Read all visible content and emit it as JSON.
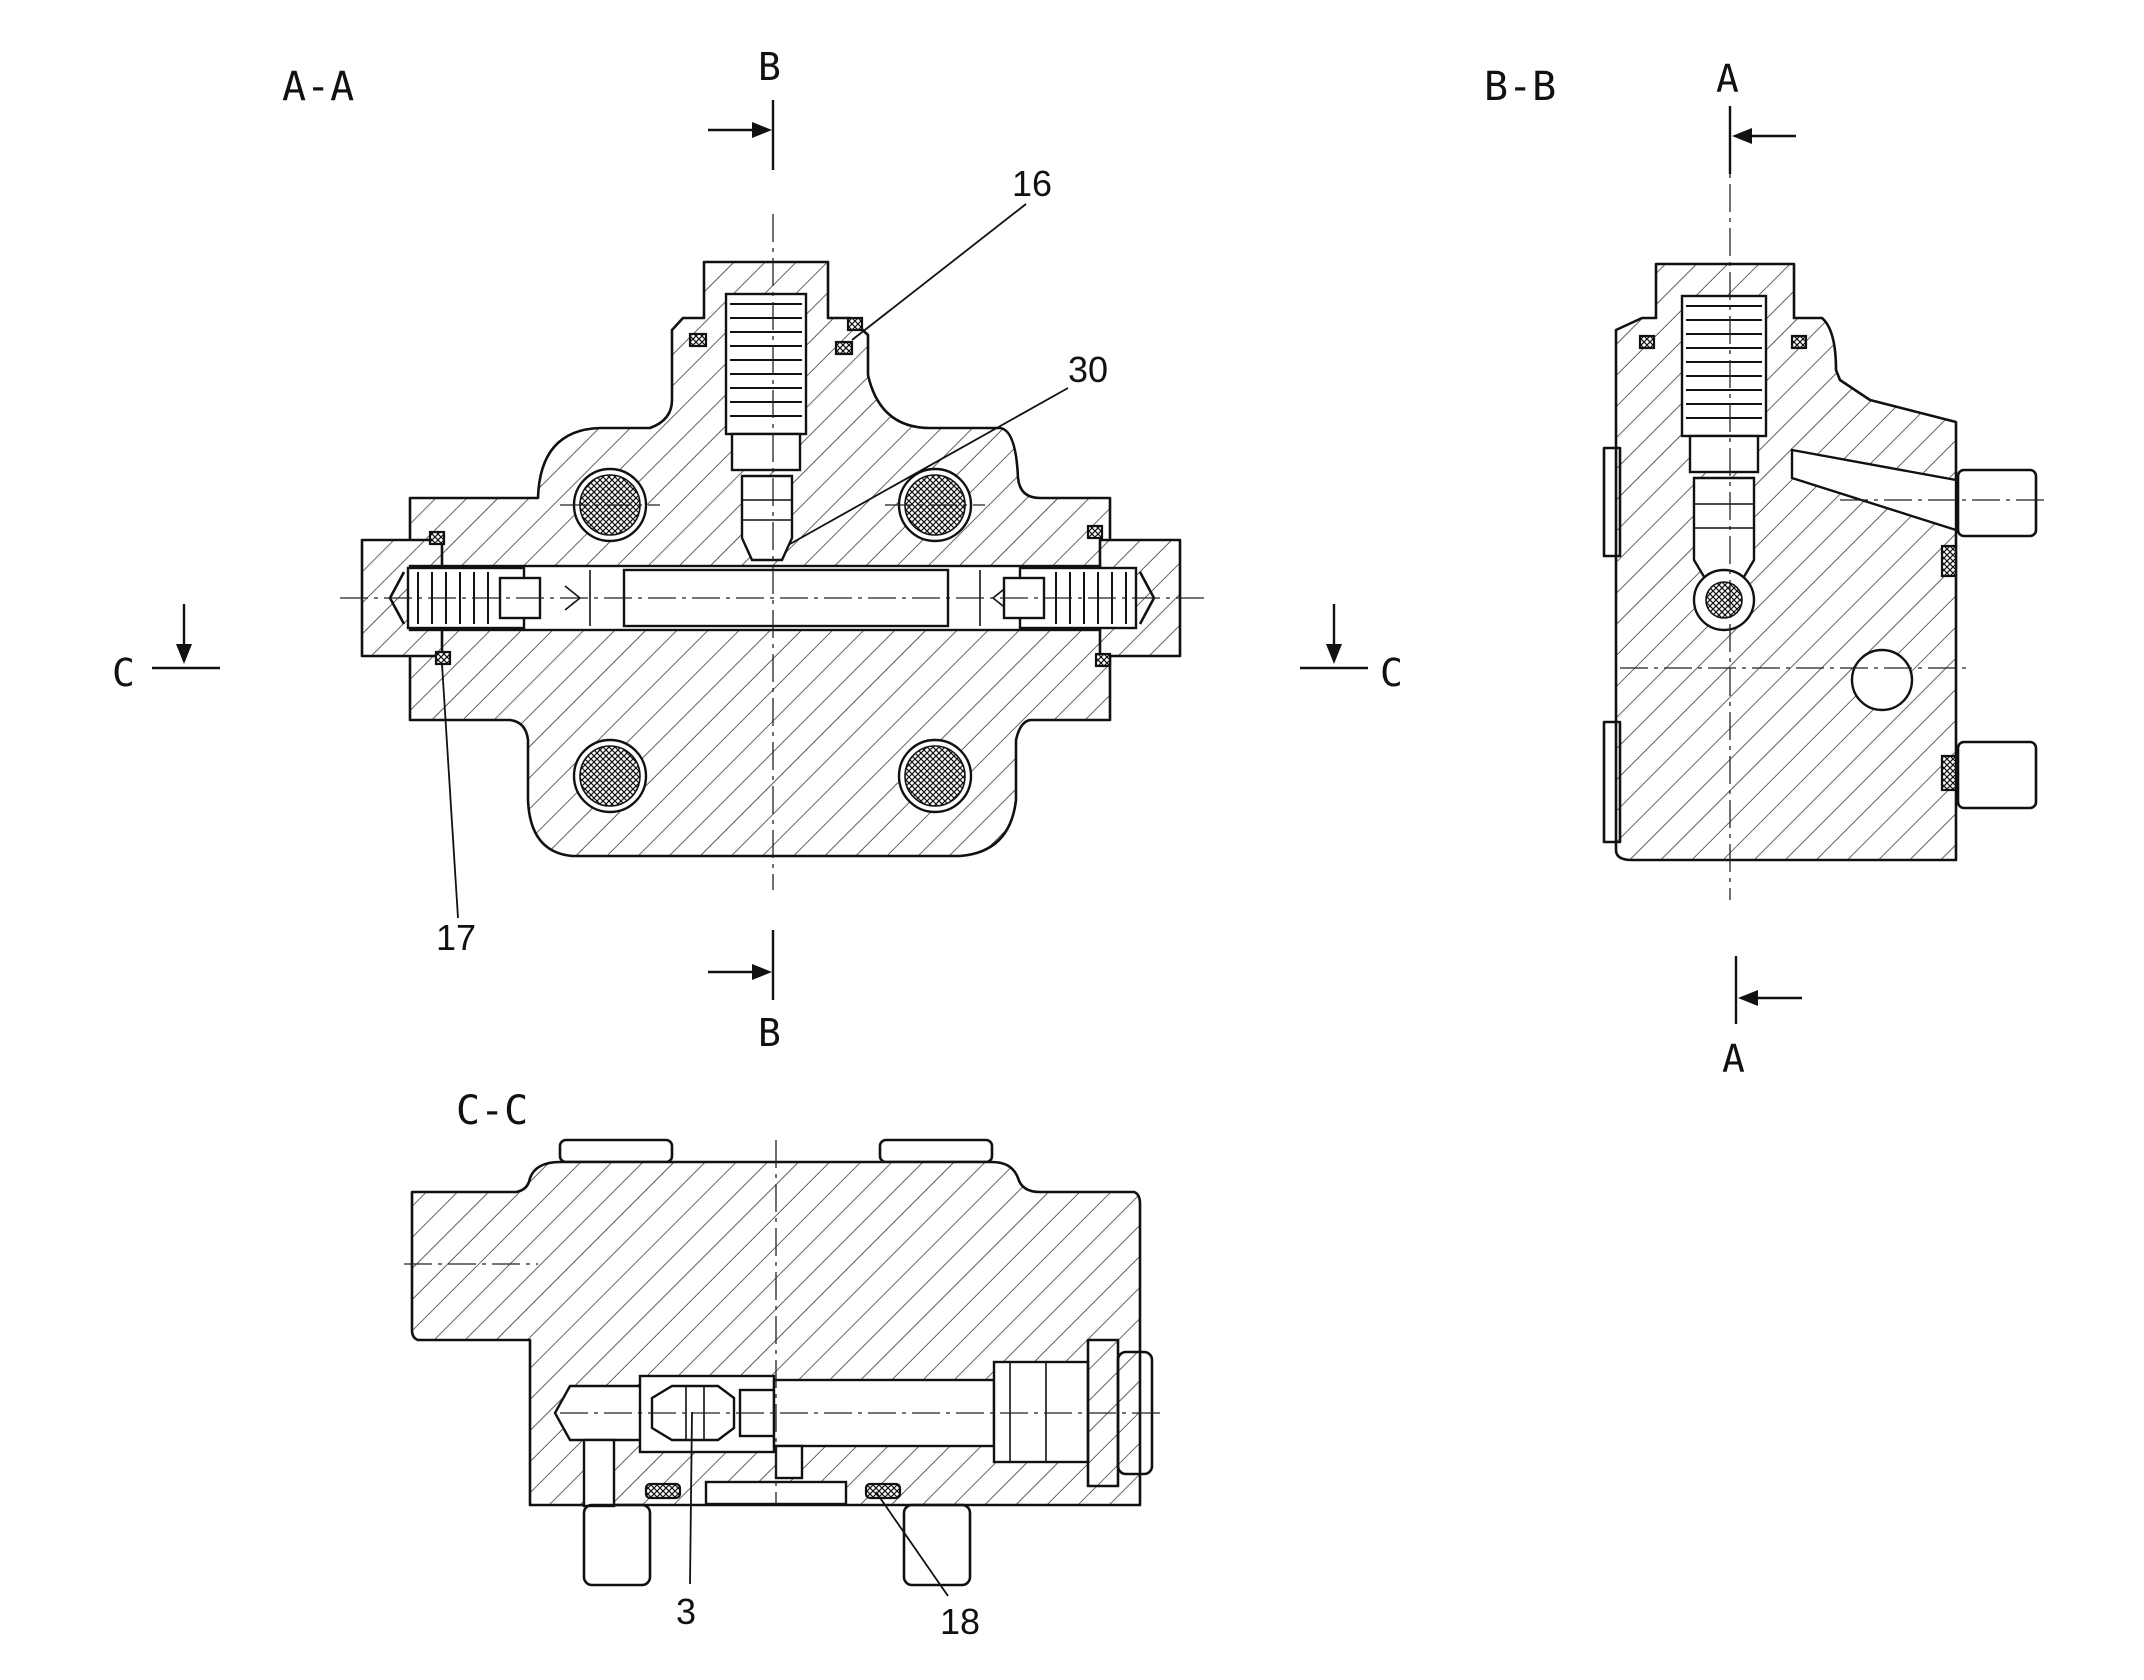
{
  "views": {
    "aa": {
      "title": "A-A"
    },
    "bb": {
      "title": "B-B"
    },
    "cc": {
      "title": "C-C"
    }
  },
  "cut_markers": {
    "b_top": "B",
    "b_bottom": "B",
    "a_top": "A",
    "a_bottom": "A",
    "c_left": "C",
    "c_right": "C"
  },
  "callouts": {
    "c16": "16",
    "c30": "30",
    "c17": "17",
    "c3": "3",
    "c18": "18"
  },
  "colors": {
    "line": "#111111",
    "background": "#ffffff"
  }
}
